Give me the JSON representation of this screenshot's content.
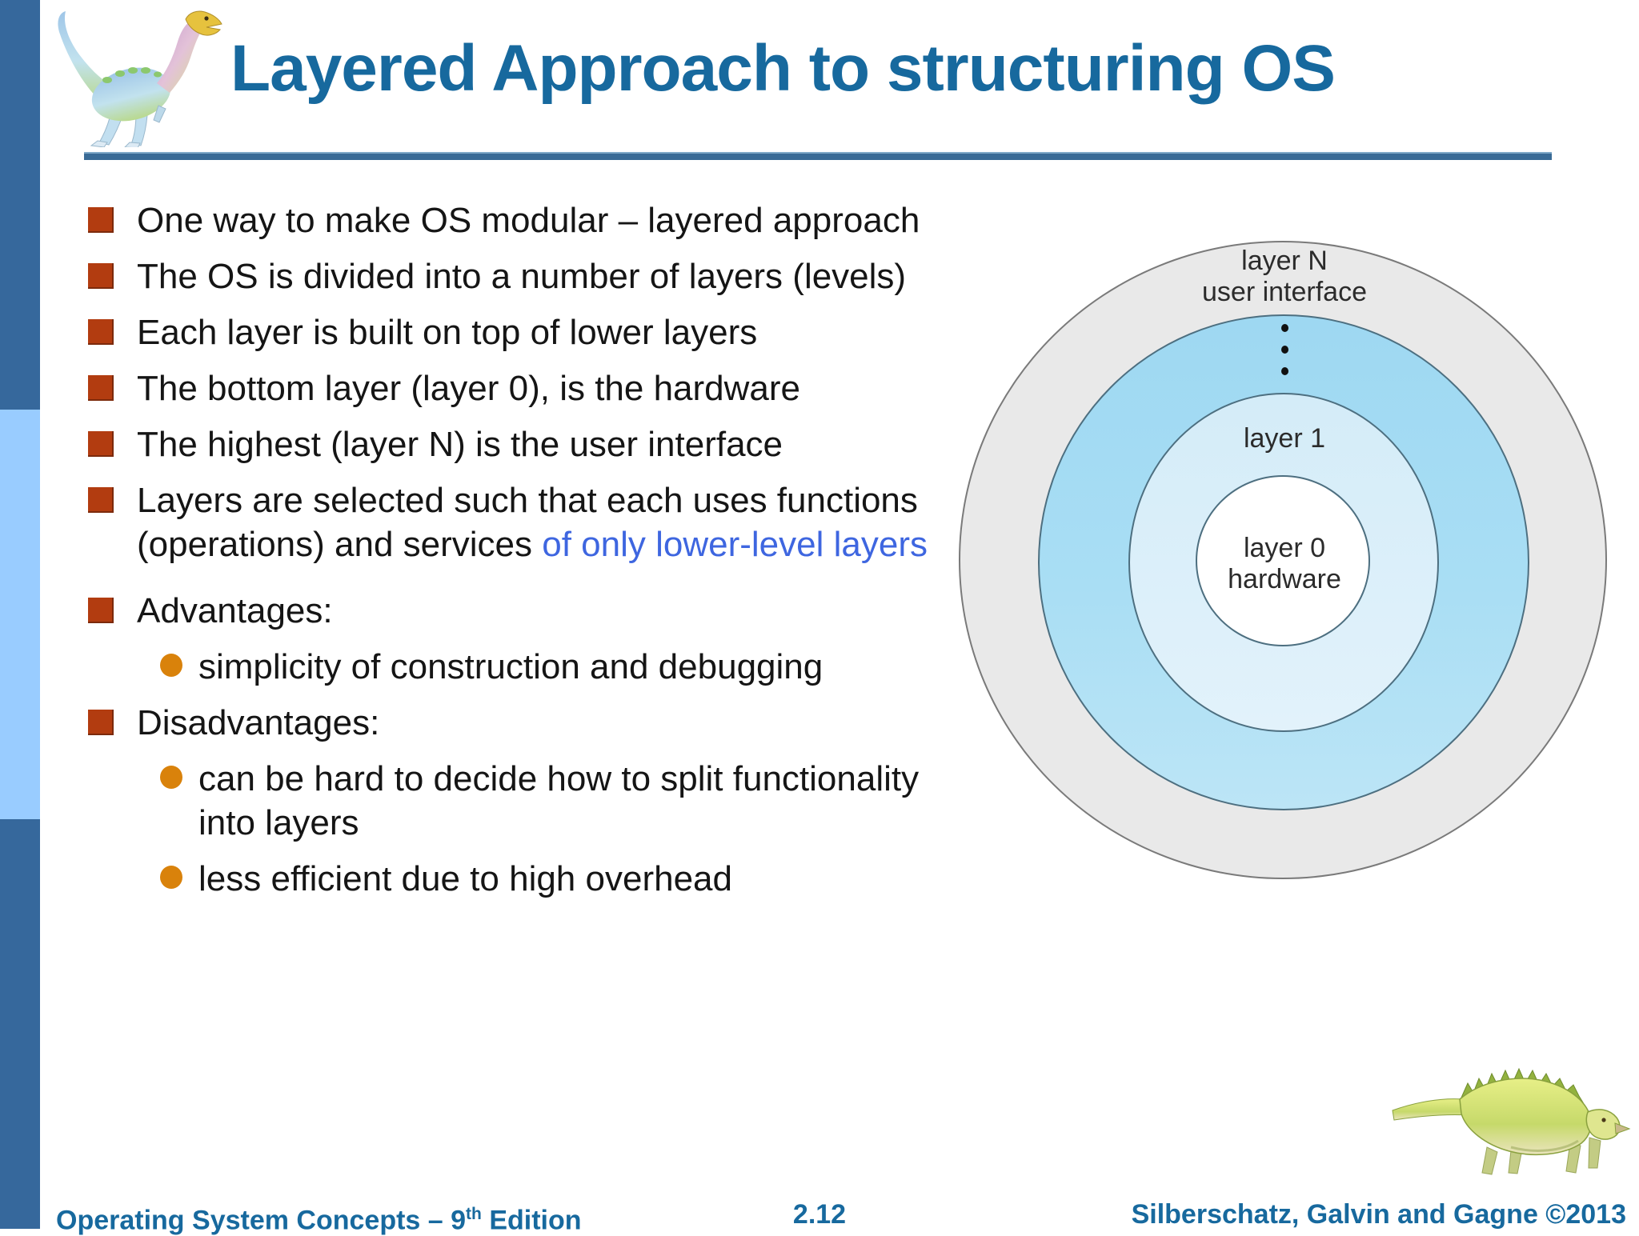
{
  "slide": {
    "title": "Layered Approach to structuring OS",
    "colors": {
      "title_blue": "#17699e",
      "sidebar_dark": "#36689c",
      "sidebar_light": "#99ccff",
      "bullet_square": "#b23c10",
      "sub_bullet_dot": "#d9820b",
      "accent_text_blue": "#3e66e0",
      "ring_gray": "#e9e9e9",
      "ring_blue": "#a8dcf2",
      "ring_light_blue": "#dbeffa"
    },
    "bullets": [
      {
        "level": 1,
        "text": "One way to make OS modular – layered approach"
      },
      {
        "level": 1,
        "text": "The OS is divided into a number of layers (levels)"
      },
      {
        "level": 1,
        "text": "Each layer is built on top of lower layers"
      },
      {
        "level": 1,
        "text": "The bottom layer (layer 0), is the hardware"
      },
      {
        "level": 1,
        "text": "The highest (layer N) is the user interface"
      },
      {
        "level": 1,
        "text": "Layers are selected such that each uses functions (operations) and services ",
        "highlight": "of only lower-level layers"
      },
      {
        "level": 1,
        "text": "Advantages:",
        "accent": true
      },
      {
        "level": 2,
        "text": "simplicity of construction and debugging"
      },
      {
        "level": 1,
        "text": "Disadvantages:",
        "accent": true
      },
      {
        "level": 2,
        "text": "can be hard to decide how to split functionality into layers"
      },
      {
        "level": 2,
        "text": "less efficient due to high overhead"
      }
    ],
    "diagram": {
      "layer_n_line1": "layer N",
      "layer_n_line2": "user interface",
      "layer_1": "layer 1",
      "layer_0_line1": "layer 0",
      "layer_0_line2": "hardware"
    },
    "footer": {
      "book": "Operating System Concepts – 9",
      "book_sup": "th",
      "book_rest": " Edition",
      "page": "2.12",
      "authors": "Silberschatz, Galvin and Gagne ©2013"
    }
  }
}
